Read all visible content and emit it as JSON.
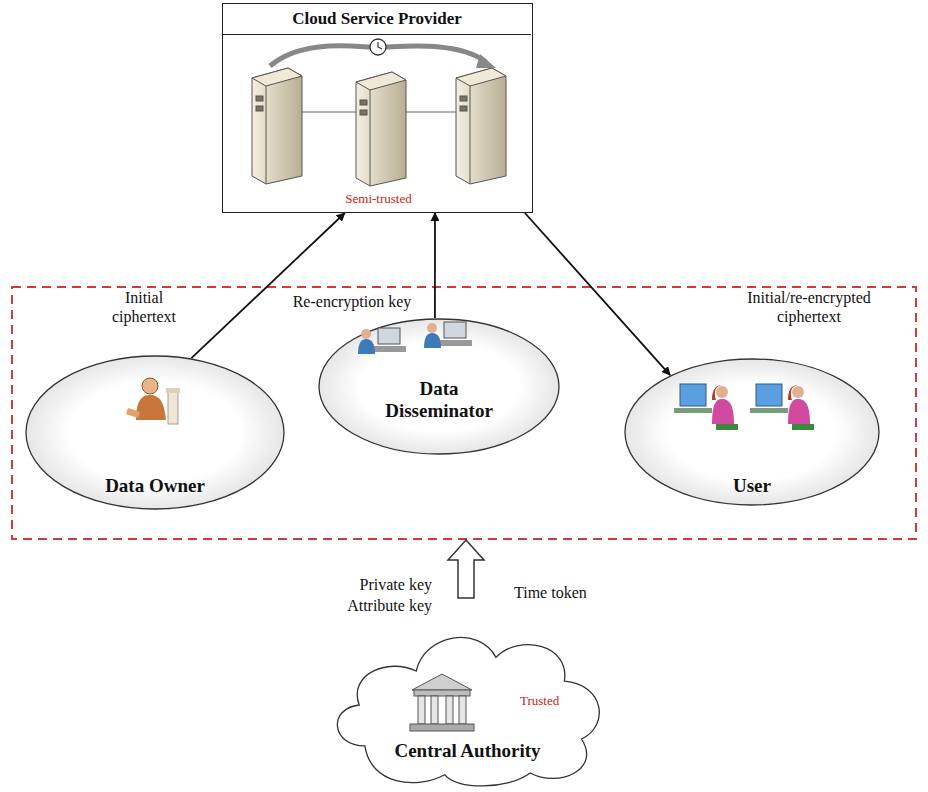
{
  "diagram": {
    "nodes": [
      {
        "text": [
          "Cloud Service Provider",
          "Semi-trusted"
        ]
      },
      {
        "text": [
          "Data Owner"
        ]
      },
      {
        "text": [
          "Data Disseminator"
        ]
      },
      {
        "text": [
          "User"
        ]
      },
      {
        "text": [
          "Central Authority",
          "Trusted"
        ]
      }
    ],
    "edges": [
      {
        "from": 1,
        "to": 0,
        "label": "Initial ciphertext",
        "arrow": "to"
      },
      {
        "from": 2,
        "to": 0,
        "label": "Re-encryption key",
        "arrow": "to"
      },
      {
        "from": 0,
        "to": 3,
        "label": "Initial/re-encrypted ciphertext",
        "arrow": "to"
      }
    ],
    "labels": [
      "Private key",
      "Attribute key",
      "Time token"
    ]
  }
}
